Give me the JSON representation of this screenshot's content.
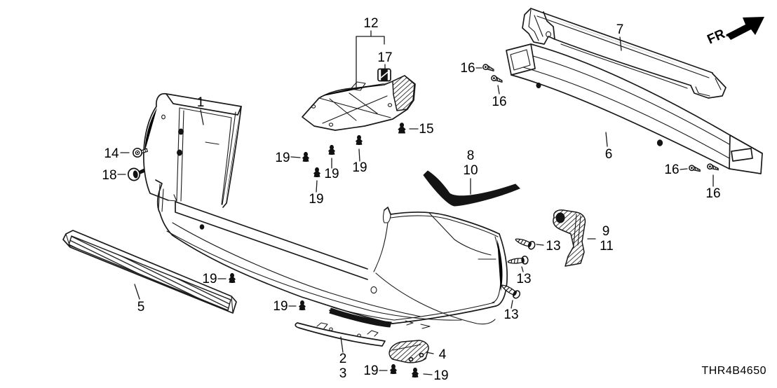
{
  "diagram": {
    "code": "THR4B4650",
    "direction_label": "FR.",
    "callouts": [
      {
        "name": "part-1",
        "text": "1"
      },
      {
        "name": "part-12",
        "text": "12"
      },
      {
        "name": "part-17",
        "text": "17"
      },
      {
        "name": "part-7",
        "text": "7"
      },
      {
        "name": "part-16-a",
        "text": "16"
      },
      {
        "name": "part-16-b",
        "text": "16"
      },
      {
        "name": "part-15",
        "text": "15"
      },
      {
        "name": "part-14",
        "text": "14"
      },
      {
        "name": "part-18",
        "text": "18"
      },
      {
        "name": "part-19-u1",
        "text": "19"
      },
      {
        "name": "part-19-u2",
        "text": "19"
      },
      {
        "name": "part-19-u3",
        "text": "19"
      },
      {
        "name": "part-19-u4",
        "text": "19"
      },
      {
        "name": "part-8",
        "text": "8"
      },
      {
        "name": "part-10",
        "text": "10"
      },
      {
        "name": "part-6",
        "text": "6"
      },
      {
        "name": "part-16-c",
        "text": "16"
      },
      {
        "name": "part-16-d",
        "text": "16"
      },
      {
        "name": "part-9",
        "text": "9"
      },
      {
        "name": "part-11",
        "text": "11"
      },
      {
        "name": "part-13-a",
        "text": "13"
      },
      {
        "name": "part-13-b",
        "text": "13"
      },
      {
        "name": "part-13-c",
        "text": "13"
      },
      {
        "name": "part-5",
        "text": "5"
      },
      {
        "name": "part-19-m1",
        "text": "19"
      },
      {
        "name": "part-19-m2",
        "text": "19"
      },
      {
        "name": "part-2",
        "text": "2"
      },
      {
        "name": "part-3",
        "text": "3"
      },
      {
        "name": "part-4",
        "text": "4"
      },
      {
        "name": "part-19-b1",
        "text": "19"
      },
      {
        "name": "part-19-b2",
        "text": "19"
      }
    ]
  }
}
